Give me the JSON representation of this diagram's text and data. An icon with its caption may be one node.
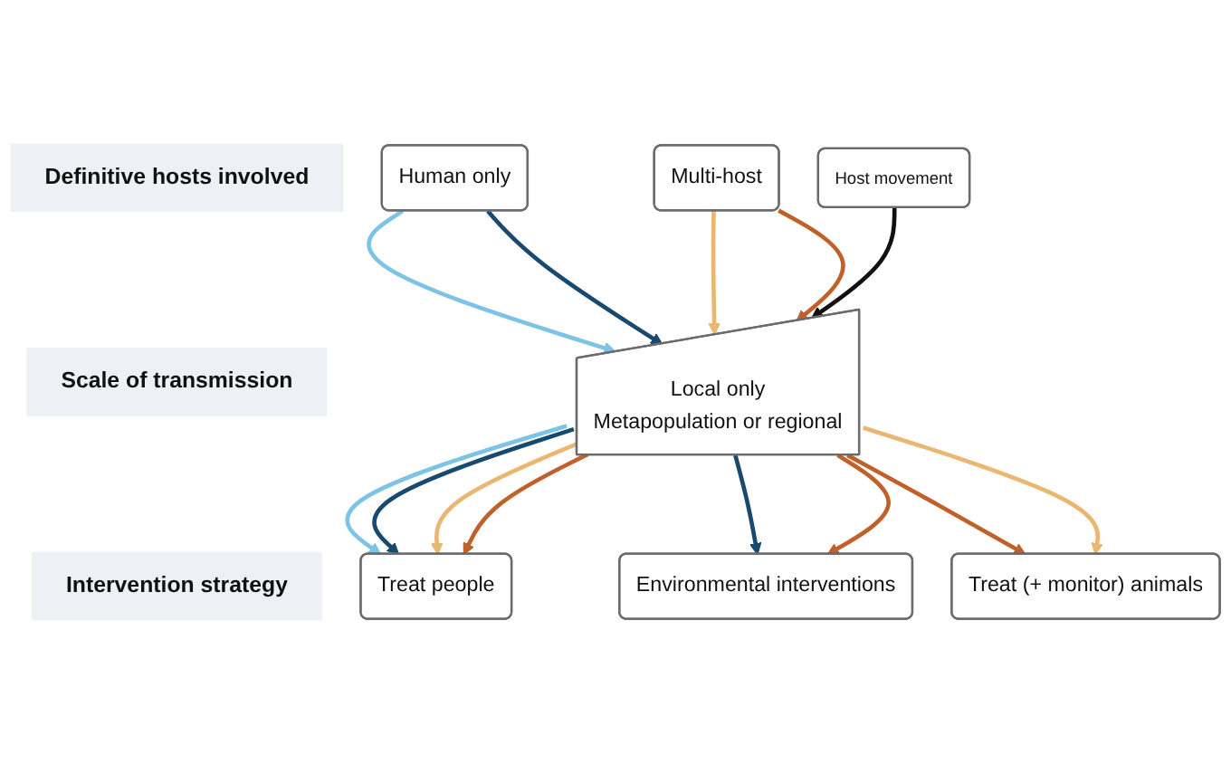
{
  "diagram": {
    "nodes": [
      {
        "text": [
          "Definitive hosts involved"
        ]
      },
      {
        "text": [
          "Human only"
        ]
      },
      {
        "text": [
          "Multi-host"
        ]
      },
      {
        "text": [
          "Host movement"
        ]
      },
      {
        "text": [
          "Scale of transmission"
        ]
      },
      {
        "text": [
          "Local only",
          "Metapopulation or regional"
        ]
      },
      {
        "text": [
          "Intervention strategy"
        ]
      },
      {
        "text": [
          "Treat people"
        ]
      },
      {
        "text": [
          "Environmental interventions"
        ]
      },
      {
        "text": [
          "Treat (+ monitor) animals"
        ]
      }
    ],
    "edges": [
      {
        "from": 1,
        "to": 5,
        "arrow": "to",
        "color": "#7cc3e6"
      },
      {
        "from": 1,
        "to": 5,
        "arrow": "to",
        "color": "#174a6e"
      },
      {
        "from": 2,
        "to": 5,
        "arrow": "to",
        "color": "#e9b770"
      },
      {
        "from": 2,
        "to": 5,
        "arrow": "to",
        "color": "#c0602a"
      },
      {
        "from": 3,
        "to": 5,
        "arrow": "to",
        "color": "#111111"
      },
      {
        "from": 5,
        "to": 7,
        "arrow": "to",
        "color": "#7cc3e6"
      },
      {
        "from": 5,
        "to": 7,
        "arrow": "to",
        "color": "#174a6e"
      },
      {
        "from": 5,
        "to": 7,
        "arrow": "to",
        "color": "#e9b770"
      },
      {
        "from": 5,
        "to": 7,
        "arrow": "to",
        "color": "#c0602a"
      },
      {
        "from": 5,
        "to": 8,
        "arrow": "to",
        "color": "#174a6e"
      },
      {
        "from": 5,
        "to": 8,
        "arrow": "to",
        "color": "#c0602a"
      },
      {
        "from": 5,
        "to": 9,
        "arrow": "to",
        "color": "#c0602a"
      },
      {
        "from": 5,
        "to": 9,
        "arrow": "to",
        "color": "#e9b770"
      }
    ]
  }
}
